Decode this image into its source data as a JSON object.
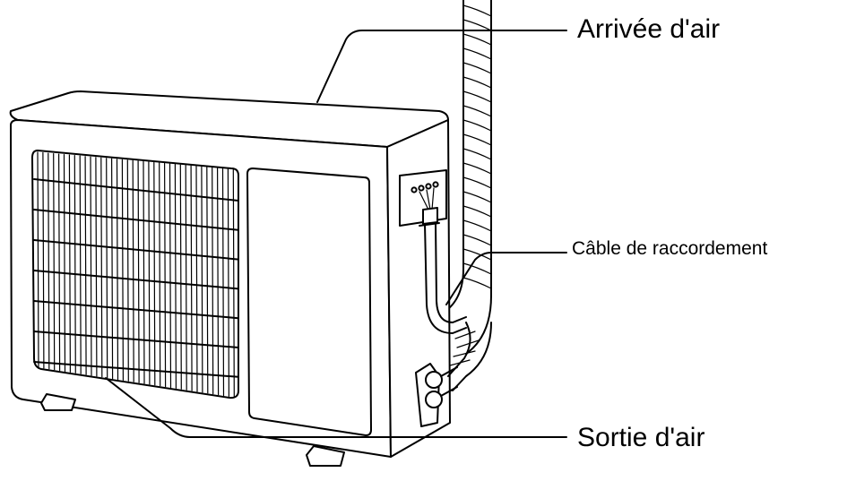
{
  "labels": {
    "air_inlet": "Arrivée d'air",
    "connecting_cable": "Câble de raccordement",
    "air_outlet": "Sortie d'air"
  },
  "colors": {
    "line": "#000000",
    "background": "#ffffff"
  }
}
